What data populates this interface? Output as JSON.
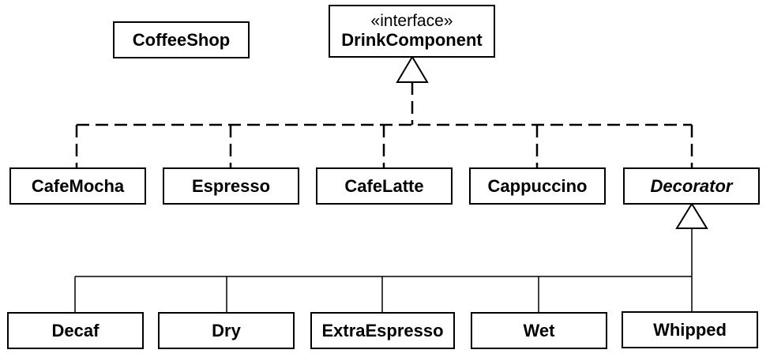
{
  "diagram": {
    "standalone_class": "CoffeeShop",
    "interface": {
      "stereotype": "«interface»",
      "name": "DrinkComponent"
    },
    "implementors": [
      "CafeMocha",
      "Espresso",
      "CafeLatte",
      "Cappuccino"
    ],
    "decorator": "Decorator",
    "decorator_subclasses": [
      "Decaf",
      "Dry",
      "ExtraEspresso",
      "Wet",
      "Whipped"
    ],
    "relations": [
      {
        "from": "CafeMocha",
        "to": "DrinkComponent",
        "kind": "realization"
      },
      {
        "from": "Espresso",
        "to": "DrinkComponent",
        "kind": "realization"
      },
      {
        "from": "CafeLatte",
        "to": "DrinkComponent",
        "kind": "realization"
      },
      {
        "from": "Cappuccino",
        "to": "DrinkComponent",
        "kind": "realization"
      },
      {
        "from": "Decorator",
        "to": "DrinkComponent",
        "kind": "realization"
      },
      {
        "from": "Decaf",
        "to": "Decorator",
        "kind": "generalization"
      },
      {
        "from": "Dry",
        "to": "Decorator",
        "kind": "generalization"
      },
      {
        "from": "ExtraEspresso",
        "to": "Decorator",
        "kind": "generalization"
      },
      {
        "from": "Wet",
        "to": "Decorator",
        "kind": "generalization"
      },
      {
        "from": "Whipped",
        "to": "Decorator",
        "kind": "generalization"
      }
    ]
  }
}
